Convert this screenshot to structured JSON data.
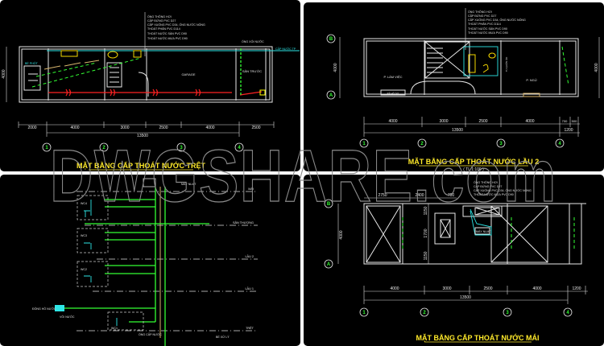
{
  "watermark": "DWGSHARE.com",
  "colors": {
    "background": "#000000",
    "title": "#ffea2a",
    "pipe_supply": "#33ff33",
    "pipe_drain_cyan": "#2ee6e6",
    "pipe_red": "#ff2222",
    "axis_label": "#33ff33"
  },
  "panel_ground": {
    "title": "MẶT BẰNG CẤP THOÁT NƯỚC TRỆT",
    "notes": [
      "ỐNG THÔNG HƠI",
      "CẤP ĐỨNG PVC D27",
      "CẤP XUỐNG PVC D34, ỐNG NƯỚC NÓNG",
      "THOÁT PHÂN PVC D114",
      "THOÁT NƯỚC SÀN PVC D90",
      "THOÁT NƯỚC MƯA PVC D90"
    ],
    "labels": {
      "garage": "GARAGE",
      "front_yard": "SÂN TRƯỚC",
      "septic": "BỂ PHỐT",
      "downpipe": "ỐNG XỐI NƯỚC",
      "supply": "CẤP NƯỚC TP",
      "height_dim": "4000"
    },
    "dims": [
      "2000",
      "4000",
      "3000",
      "2500",
      "4000",
      "2500"
    ],
    "total": "13500",
    "axes": [
      "1",
      "2",
      "3",
      "4"
    ]
  },
  "panel_floor2": {
    "title": "MẶT BẰNG CẤP THOÁT NƯỚC LẦU 2",
    "scale": "( TL 1:100 )",
    "notes": [
      "ỐNG THÔNG HƠI",
      "CẤP ĐỨNG PVC D27",
      "CẤP XUỐNG PVC D34, ỐNG NƯỚC NÓNG",
      "THOÁT PHÂN PVC D114",
      "THOÁT NƯỚC SÀN PVC D90",
      "THOÁT NƯỚC MƯA PVC D90"
    ],
    "labels": {
      "work_room": "P. LÀM VIỆC",
      "bedroom": "P. NGỦ",
      "desk": "KỆ HỒ SƠ",
      "wardrobe": "TỦ QUẦN ÁO",
      "height_dim": "4000"
    },
    "dims": [
      "4000",
      "3000",
      "2500",
      "4000",
      "700",
      "500"
    ],
    "total": "13500",
    "overhang": "1200",
    "axes": [
      "1",
      "2",
      "3",
      "4"
    ],
    "row_axes": [
      "B",
      "A"
    ]
  },
  "panel_riser": {
    "floors": [
      "MÁI",
      "SÂN THƯỢNG",
      "LẦU 2",
      "LẦU 1",
      "TRỆT"
    ],
    "wc": [
      "WC4",
      "WC3",
      "WC2",
      "WC1"
    ],
    "labels": {
      "tank": "MÁY NLMT",
      "meter": "ĐỒNG HỒ NƯỚC",
      "tap": "VÒI NƯỚC",
      "source": "ỐNG CẤP NƯỚC",
      "septic": "BỂ XỬ LÝ"
    }
  },
  "panel_roof": {
    "title": "MẶT BẰNG CẤP THOÁT NƯỚC MÁI",
    "notes": [
      "ỐNG THÔNG HƠI",
      "CẤP ĐỨNG PVC D27",
      "CẤP XUỐNG PVC D34, ỐNG NƯỚC NÓNG",
      "THOÁT NƯỚC MƯA PVC D90"
    ],
    "labels": {
      "solar": "MÁY NLMT",
      "height_dim": "4000"
    },
    "top_dims": [
      "2750",
      "2400",
      "700"
    ],
    "side_dims": [
      "1150",
      "1700",
      "1150"
    ],
    "dims": [
      "4000",
      "3000",
      "2500",
      "4000",
      "1200"
    ],
    "total": "13500",
    "axes": [
      "1",
      "2",
      "3",
      "4"
    ],
    "row_axes": [
      "B",
      "A"
    ]
  }
}
